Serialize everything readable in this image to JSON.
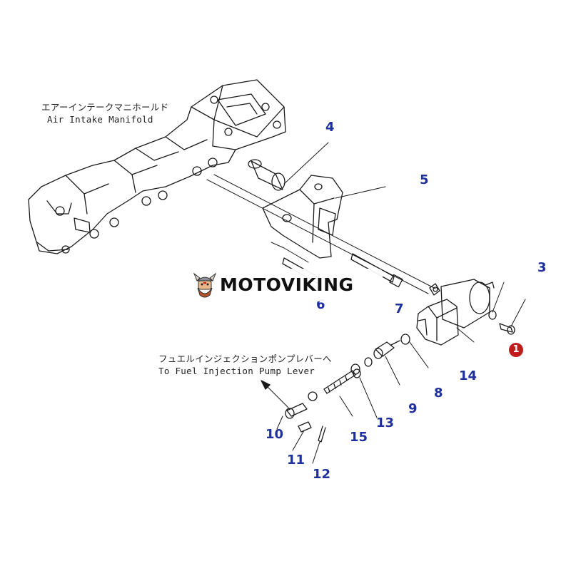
{
  "captions": {
    "manifold_jp": "エアーインテークマニホールド",
    "manifold_en": "Air Intake Manifold",
    "fuel_jp": "フュエルインジェクションポンプレバーへ",
    "fuel_en": "To Fuel Injection Pump Lever"
  },
  "part_numbers": [
    "1",
    "3",
    "4",
    "5",
    "6",
    "7",
    "8",
    "9",
    "10",
    "11",
    "12",
    "13",
    "14",
    "15"
  ],
  "watermark": {
    "text": "MOTOVIKING"
  },
  "colors": {
    "part_number": "#1e2f9e",
    "badge": "#c21b1b",
    "line": "#1a1a1a"
  }
}
